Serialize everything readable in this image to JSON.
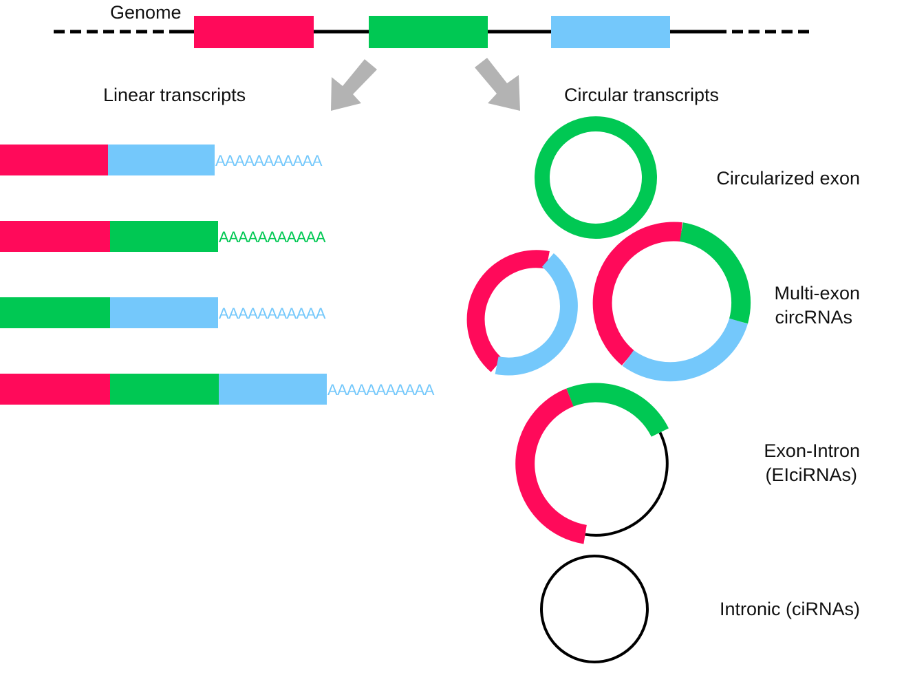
{
  "colors": {
    "exon_red": "#ff0a5a",
    "exon_green": "#00c853",
    "exon_blue": "#74c8fb",
    "intron_black": "#000000",
    "arrow_gray": "#b3b3b3"
  },
  "genome": {
    "label": "Genome",
    "exons": [
      "red",
      "green",
      "blue"
    ]
  },
  "linear": {
    "heading": "Linear transcripts",
    "transcripts": [
      {
        "segments": [
          "red",
          "blue"
        ],
        "tail": "AAAAAAAAAAA",
        "tail_color": "blue"
      },
      {
        "segments": [
          "red",
          "green"
        ],
        "tail": "AAAAAAAAAAA",
        "tail_color": "green"
      },
      {
        "segments": [
          "green",
          "blue"
        ],
        "tail": "AAAAAAAAAAA",
        "tail_color": "blue"
      },
      {
        "segments": [
          "red",
          "green",
          "blue"
        ],
        "tail": "AAAAAAAAAAA",
        "tail_color": "blue"
      }
    ]
  },
  "circular": {
    "heading": "Circular transcripts",
    "types": [
      {
        "line1": "Circularized exon",
        "line2": ""
      },
      {
        "line1": "Multi-exon",
        "line2": "circRNAs"
      },
      {
        "line1": "Exon-Intron",
        "line2": "(EIciRNAs)"
      },
      {
        "line1": "Intronic (ciRNAs)",
        "line2": ""
      }
    ]
  }
}
